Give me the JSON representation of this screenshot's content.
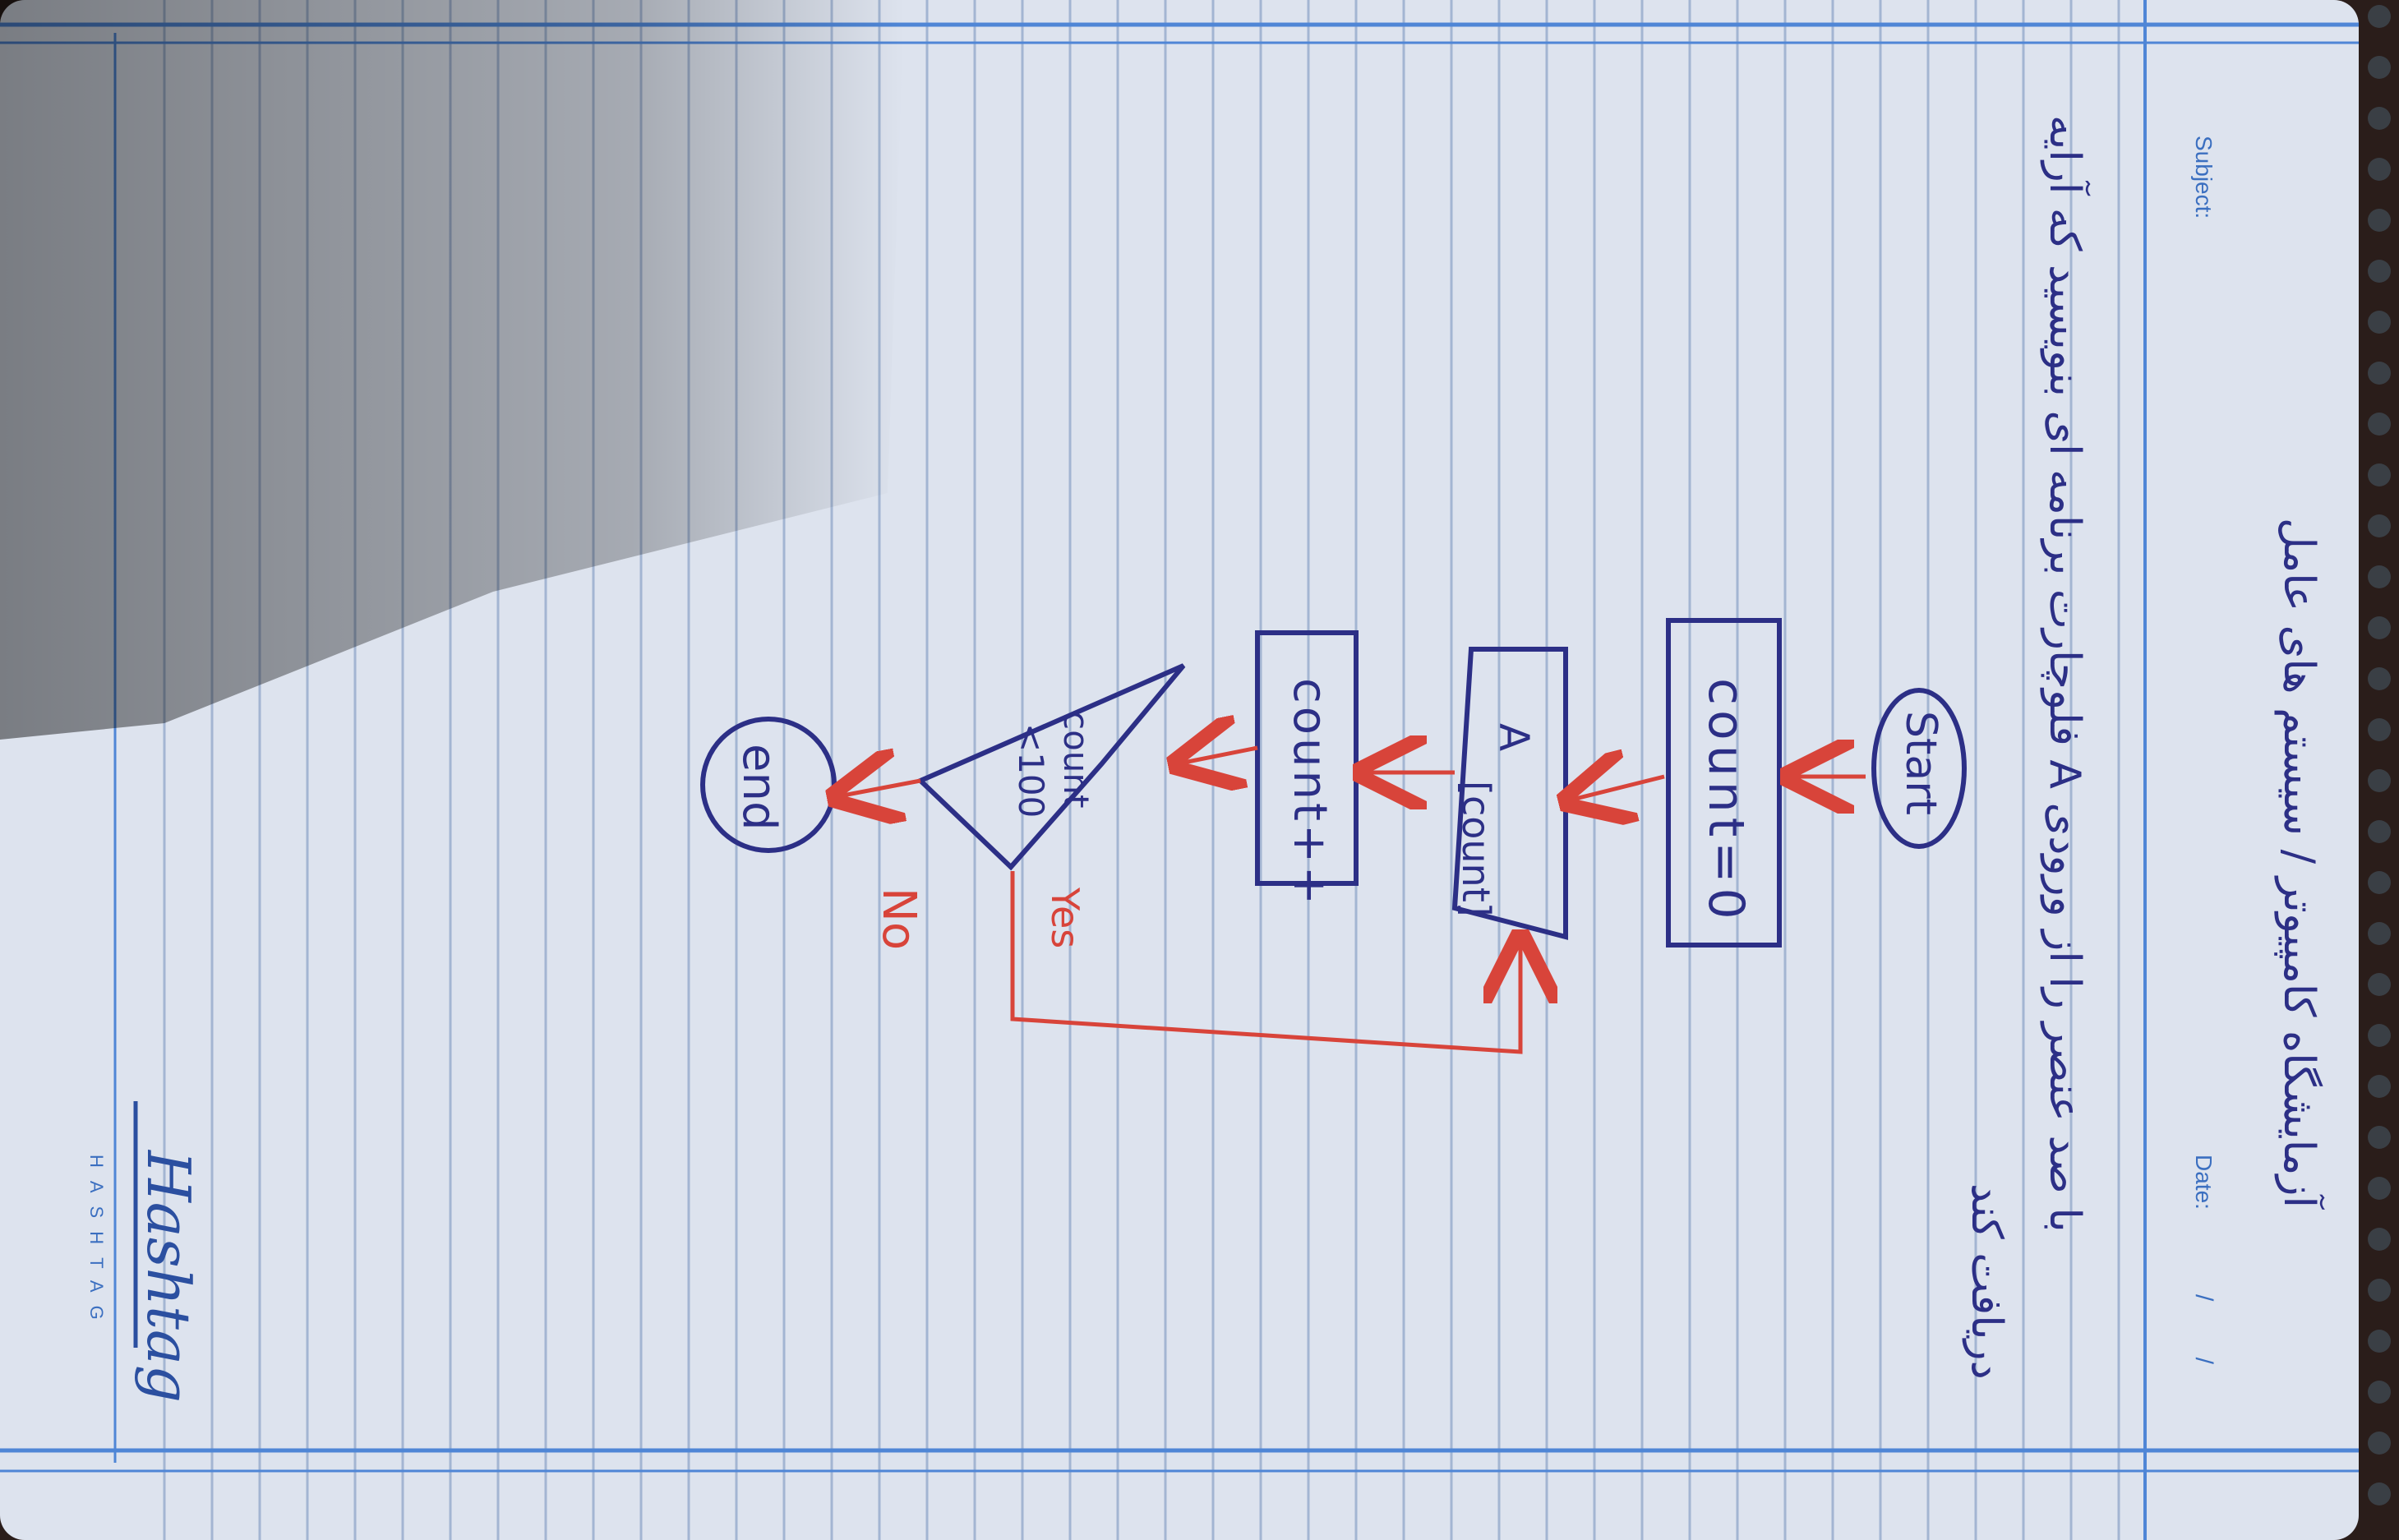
{
  "notebook": {
    "subject_label": "Subject:",
    "date_label": "Date:",
    "date_value": "/ /",
    "brand_logo": "Hashtag",
    "brand_name": "HASHTAG"
  },
  "handwriting": {
    "heading": "آزمایشگاه کامپیوتر / سیستم های عامل",
    "question_line_1": "فلوچارت برنامه ای بنویسید که آرایه A با صد عنصر را از ورودی",
    "question_line_2": "دریافت کند"
  },
  "flowchart": {
    "nodes": {
      "start": "Start",
      "init": "count=0",
      "input_main": "A",
      "input_sub": "[count]",
      "increment": "count++",
      "decision_line_1": "count",
      "decision_line_2": "<100",
      "end": "end"
    },
    "edges": {
      "yes_label": "Yes",
      "no_label": "No"
    }
  },
  "colors": {
    "paper": "#dde3ee",
    "rule_line": "#9fb3d3",
    "margin_line": "#4f86d6",
    "ink_blue": "#2c2f86",
    "ink_red": "#d8443a"
  }
}
